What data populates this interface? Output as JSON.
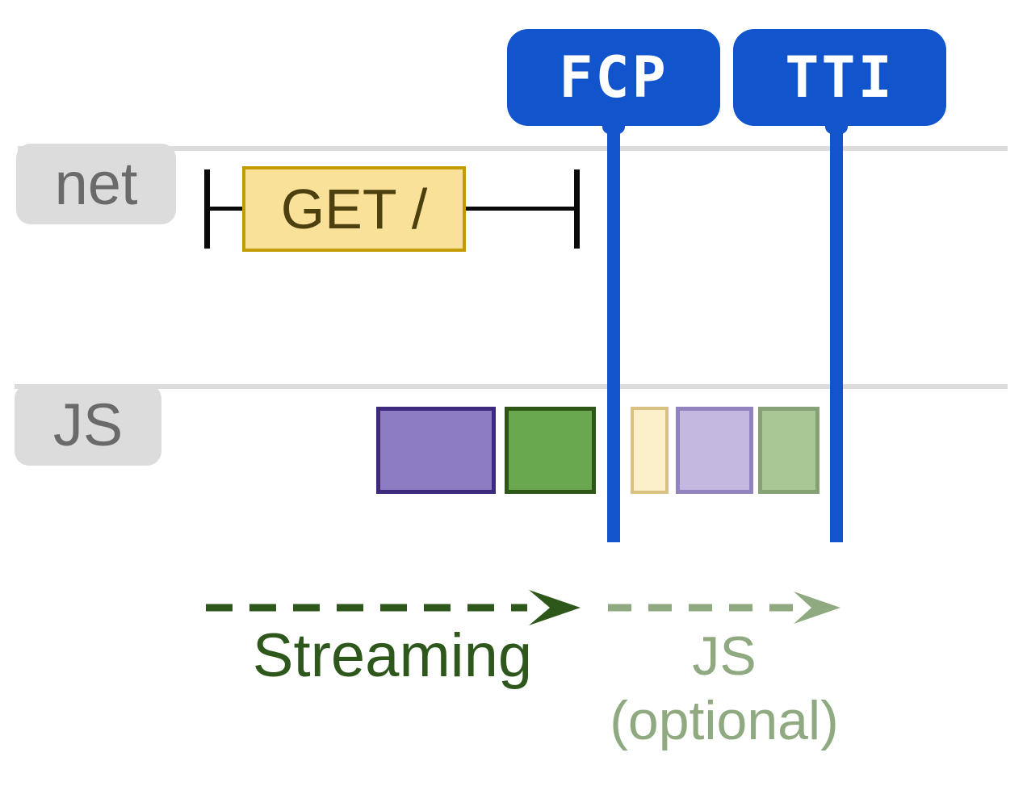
{
  "diagram": {
    "title_semantics": "page load timeline with streaming HTML and optional JS",
    "markers": {
      "fcp": {
        "label": "FCP"
      },
      "tti": {
        "label": "TTI"
      }
    },
    "tracks": {
      "net": {
        "label": "net"
      },
      "js": {
        "label": "JS"
      }
    },
    "request": {
      "label": "GET /"
    },
    "js_blocks": [
      {
        "name": "solid-purple-chunk",
        "fill": "#8C7CC2",
        "border": "#3D2A7D"
      },
      {
        "name": "solid-green-chunk",
        "fill": "#6AA84F",
        "border": "#2E5717"
      },
      {
        "name": "faded-yellow-chunk",
        "fill": "#FBF0CA",
        "border": "#D9C083"
      },
      {
        "name": "faded-purple-chunk",
        "fill": "#C5B8E0",
        "border": "#9184BE"
      },
      {
        "name": "faded-green-chunk",
        "fill": "#A9C795",
        "border": "#87A177"
      }
    ],
    "phases": {
      "streaming": {
        "label": "Streaming"
      },
      "js_optional": {
        "label": "JS",
        "sublabel": "(optional)"
      }
    },
    "colors": {
      "badge_blue": "#1254CB",
      "track_gray": "#DCDCDC",
      "label_text": "#6A6A6A",
      "black": "#0A0A0A",
      "get_fill": "#FAE199",
      "get_border": "#C29B05",
      "get_text": "#4D400F",
      "streaming_green": "#2E571B",
      "sage_green": "#8FA980"
    }
  }
}
